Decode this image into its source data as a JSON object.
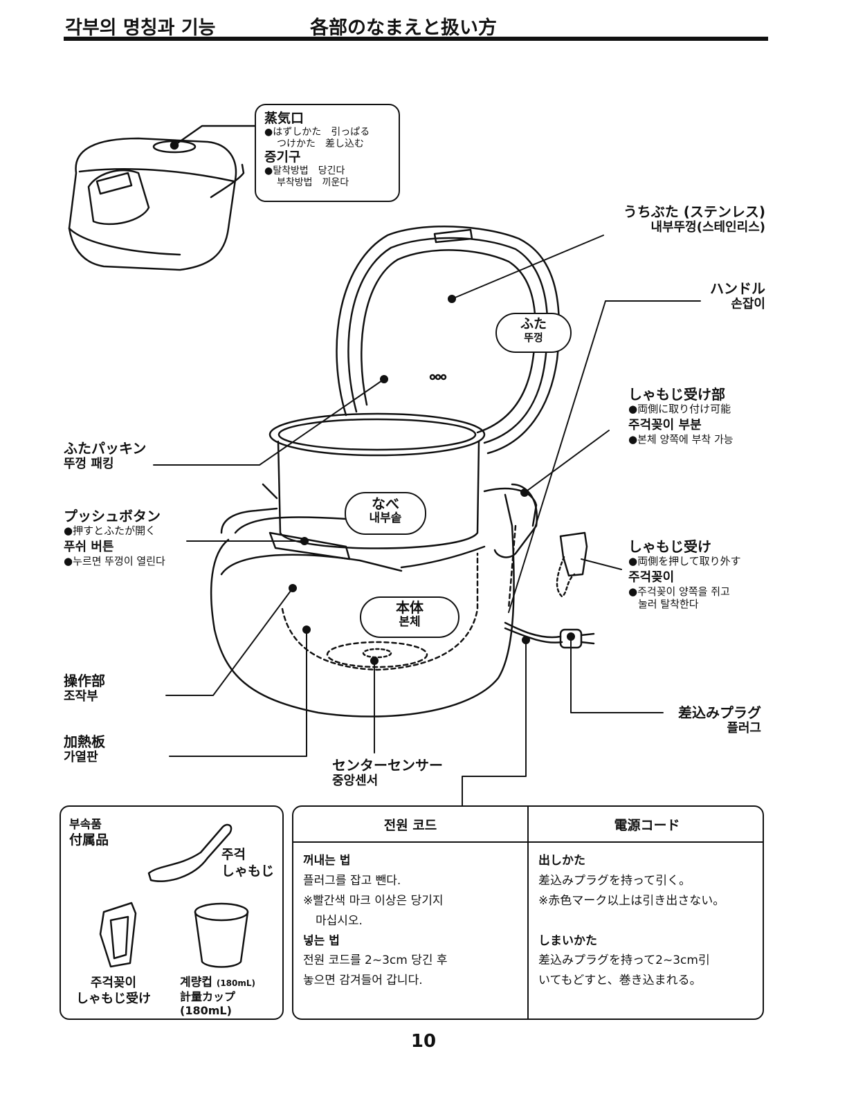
{
  "header": {
    "title_ko": "각부의 명칭과 기능",
    "title_ja": "各部のなまえと扱い方"
  },
  "steam_vent": {
    "name_ja": "蒸気口",
    "line1_ja": "●はずしかた　引っぱる",
    "line2_ja": "つけかた　差し込む",
    "name_ko": "증기구",
    "line1_ko": "●탈착방법　당긴다",
    "line2_ko": "부착방법　끼운다"
  },
  "inner_lid": {
    "ja": "うちぶた (ステンレス)",
    "ko": "내부뚜껑(스테인리스)"
  },
  "handle": {
    "ja": "ハンドル",
    "ko": "손잡이"
  },
  "lid": {
    "ja": "ふた",
    "ko": "뚜껑"
  },
  "paddle_holder_part": {
    "ja": "しゃもじ受け部",
    "note_ja": "●両側に取り付け可能",
    "ko": "주걱꽂이 부분",
    "note_ko": "●본체 양쪽에 부착 가능"
  },
  "lid_packing": {
    "ja": "ふたパッキン",
    "ko": "뚜껑 패킹"
  },
  "push_button": {
    "ja": "プッシュボタン",
    "note_ja": "●押すとふたが開く",
    "ko": "푸쉬 버튼",
    "note_ko": "●누르면 뚜껑이 열린다"
  },
  "pot": {
    "ja": "なべ",
    "ko": "내부솥"
  },
  "paddle_holder": {
    "ja": "しゃもじ受け",
    "note_ja": "●両側を押して取り外す",
    "ko": "주걱꽂이",
    "note1_ko": "●주걱꽂이 양쪽을 쥐고",
    "note2_ko": "눌러 탈착한다"
  },
  "body": {
    "ja": "本体",
    "ko": "본체"
  },
  "control_panel": {
    "ja": "操作部",
    "ko": "조작부"
  },
  "plug": {
    "ja": "差込みプラグ",
    "ko": "플러그"
  },
  "heating_plate": {
    "ja": "加熱板",
    "ko": "가열판"
  },
  "center_sensor": {
    "ja": "センターセンサー",
    "ko": "중앙센서"
  },
  "accessories": {
    "title_ko": "부속품",
    "title_ja": "付属品",
    "paddle_ko": "주걱",
    "paddle_ja": "しゃもじ",
    "holder_ko": "주걱꽂이",
    "holder_ja": "しゃもじ受け",
    "cup_ko": "계량컵",
    "cup_ko_size": "(180mL)",
    "cup_ja": "計量カップ(180mL)"
  },
  "power_cord": {
    "head_ko": "전원 코드",
    "head_ja": "電源コード",
    "ko": {
      "out_title": "꺼내는 법",
      "out_1": "플러그를 잡고 뺀다.",
      "out_2": "※빨간색 마크 이상은 당기지",
      "out_3": "마십시오.",
      "in_title": "넣는 법",
      "in_1": "전원 코드를 2~3cm 당긴 후",
      "in_2": "놓으면 감겨들어 갑니다."
    },
    "ja": {
      "out_title": "出しかた",
      "out_1": "差込みプラグを持って引く。",
      "out_2": "※赤色マーク以上は引き出さない。",
      "in_title": "しまいかた",
      "in_1": "差込みプラグを持って2~3cm引",
      "in_2": "いてもどすと、巻き込まれる。"
    }
  },
  "page_number": "10"
}
